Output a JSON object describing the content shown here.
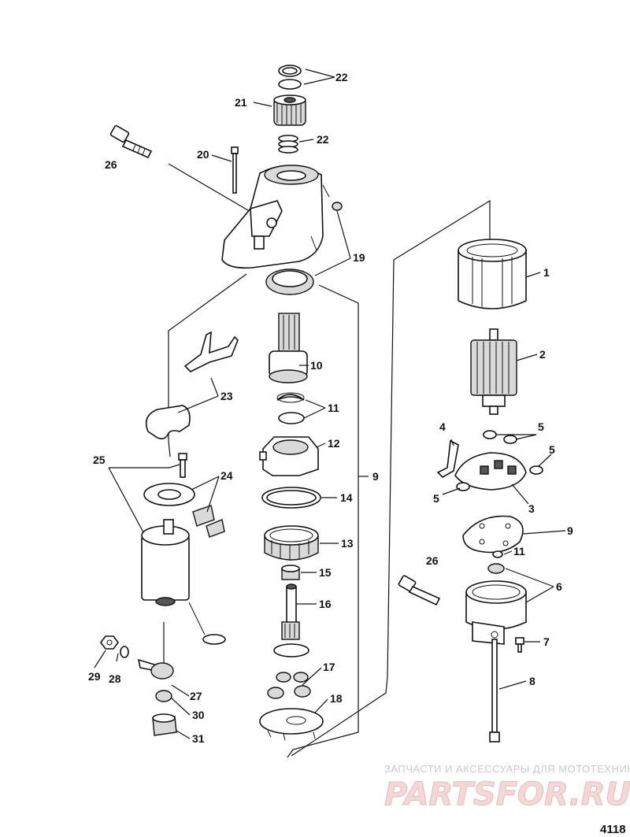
{
  "figure_number": "4118",
  "watermark": {
    "tagline": "ЗАПЧАСТИ И АКСЕССУАРЫ ДЛЯ МОТОТЕХНИКИ",
    "logo": "PARTSFOR.RU"
  },
  "callouts": [
    {
      "id": "1",
      "text": "1"
    },
    {
      "id": "2",
      "text": "2"
    },
    {
      "id": "3",
      "text": "3"
    },
    {
      "id": "4",
      "text": "4"
    },
    {
      "id": "5a",
      "text": "5"
    },
    {
      "id": "5b",
      "text": "5"
    },
    {
      "id": "5c",
      "text": "5"
    },
    {
      "id": "6",
      "text": "6"
    },
    {
      "id": "7",
      "text": "7"
    },
    {
      "id": "8",
      "text": "8"
    },
    {
      "id": "9a",
      "text": "9"
    },
    {
      "id": "9b",
      "text": "9"
    },
    {
      "id": "10",
      "text": "10"
    },
    {
      "id": "11a",
      "text": "11"
    },
    {
      "id": "11b",
      "text": "11"
    },
    {
      "id": "12",
      "text": "12"
    },
    {
      "id": "13",
      "text": "13"
    },
    {
      "id": "14",
      "text": "14"
    },
    {
      "id": "15",
      "text": "15"
    },
    {
      "id": "16",
      "text": "16"
    },
    {
      "id": "17",
      "text": "17"
    },
    {
      "id": "18",
      "text": "18"
    },
    {
      "id": "19",
      "text": "19"
    },
    {
      "id": "20",
      "text": "20"
    },
    {
      "id": "21",
      "text": "21"
    },
    {
      "id": "22a",
      "text": "22"
    },
    {
      "id": "22b",
      "text": "22"
    },
    {
      "id": "23",
      "text": "23"
    },
    {
      "id": "24",
      "text": "24"
    },
    {
      "id": "25",
      "text": "25"
    },
    {
      "id": "26a",
      "text": "26"
    },
    {
      "id": "26b",
      "text": "26"
    },
    {
      "id": "27",
      "text": "27"
    },
    {
      "id": "28",
      "text": "28"
    },
    {
      "id": "29",
      "text": "29"
    },
    {
      "id": "30",
      "text": "30"
    },
    {
      "id": "31",
      "text": "31"
    }
  ]
}
